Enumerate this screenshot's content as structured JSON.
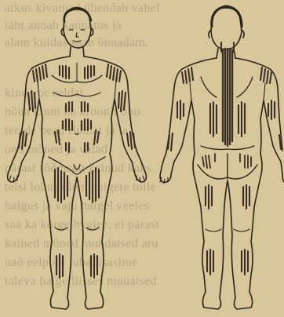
{
  "image": {
    "background_color": "#d9c79c",
    "ink_color": "#2b2418",
    "shading_color": "#3a3124",
    "bleed_text_color": "#6e624c"
  },
  "bleed_through_text": [
    "atkus   kivamad   ühendab   vahel",
    "täht    annab    kannatus    ja",
    "alam     kuidas    saab    õnnadam.",
    "",
    "           kind   vor   eeldat",
    "  nõua  kinni   ka   kroonit   ohu",
    "  terade   pead   rlomat    ja   la",
    "  onu    mõned     ja    valad",
    "  pärast   rõõmsalt   kainud   kaks",
    "  teisi    lohus    olem   haigete   tolle",
    "  haigus   ja    vaju   haigel    veeles",
    "  saa    ka   körge    hygiee,    ei   pärast",
    "  kained   mõned    mundatsed    aru",
    "  naõ       eelpool   juba    lisasime",
    "  taleva    haige     liisses     muuatsed"
  ],
  "figures": [
    {
      "view": "front",
      "shaded_areas": [
        "shoulders",
        "chest",
        "upper-arms",
        "abdomen",
        "forearms",
        "thighs",
        "shins"
      ]
    },
    {
      "view": "back",
      "shaded_areas": [
        "shoulders",
        "spine",
        "back-sides",
        "arms",
        "buttocks",
        "thighs",
        "calves"
      ]
    }
  ]
}
